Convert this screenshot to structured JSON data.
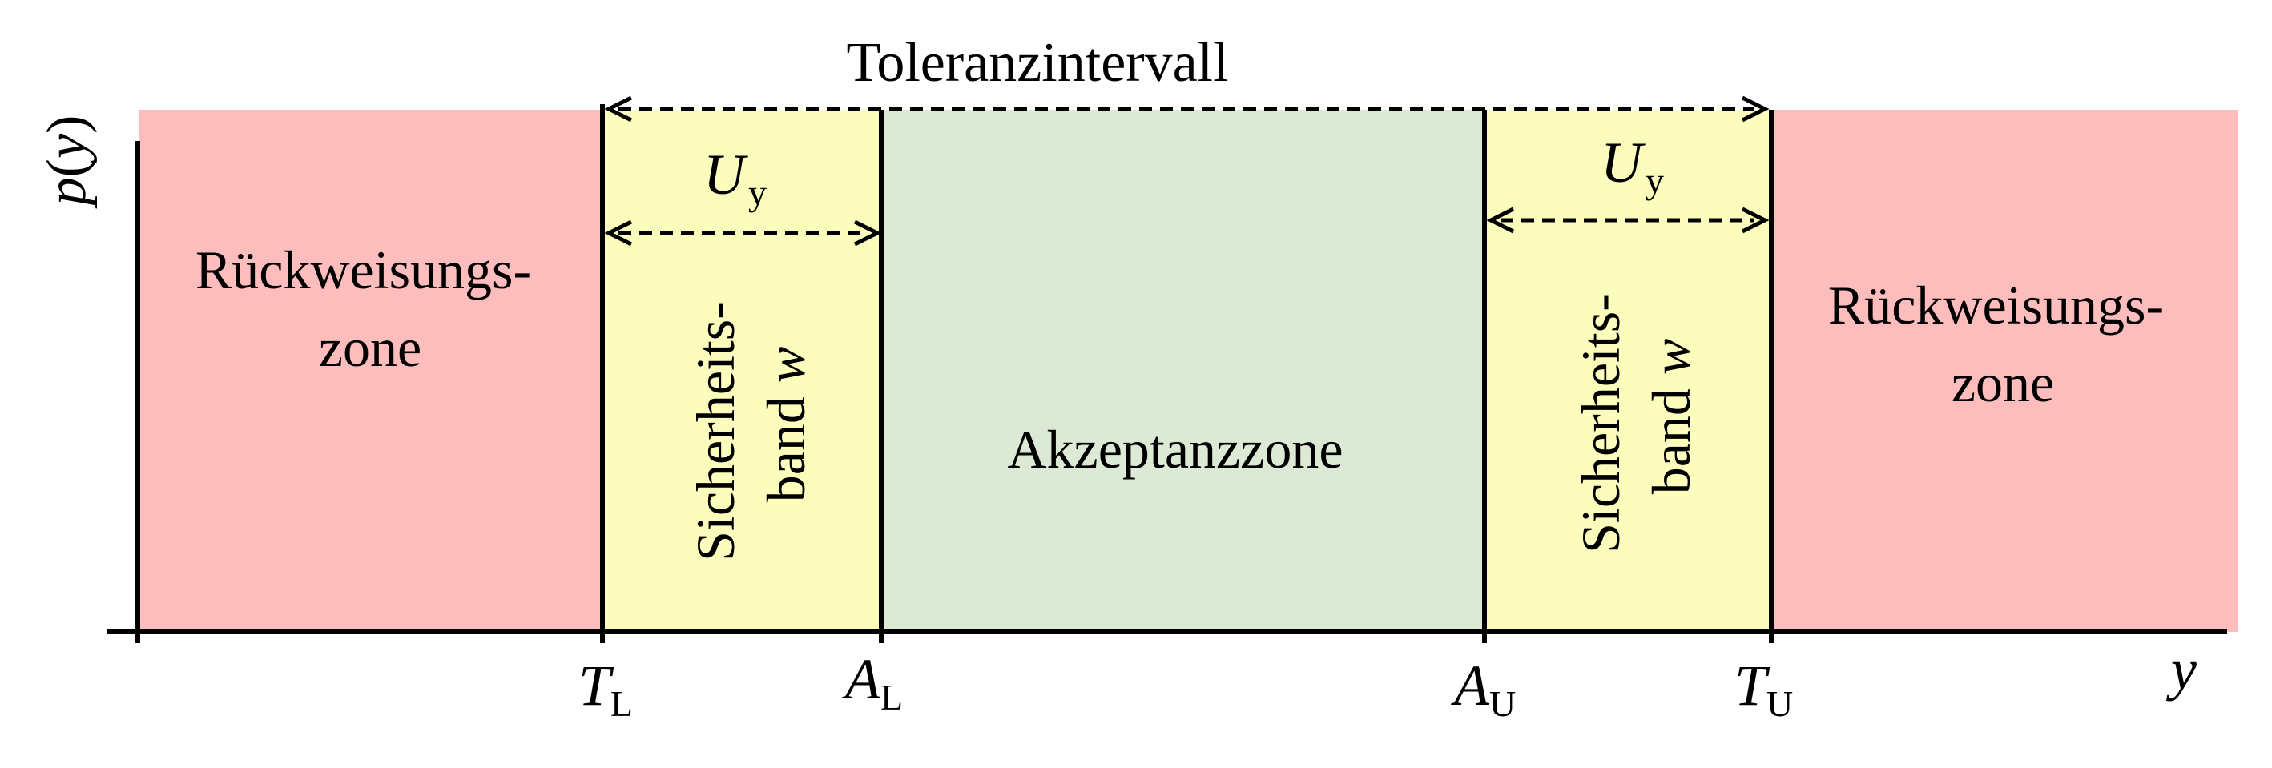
{
  "title": "Toleranzintervall",
  "y_axis_label": {
    "main": "p(",
    "var": "y",
    "close": ")"
  },
  "x_axis_label": "y",
  "zones": {
    "left_reject": {
      "line1": "Rückweisungs-",
      "line2": "zone",
      "color": "#fdbdbd"
    },
    "right_reject": {
      "line1": "Rückweisungs-",
      "line2": "zone",
      "color": "#fdbdbd"
    },
    "left_guard": {
      "line1": "Sicherheits-",
      "line2": "band ",
      "var": "w",
      "color": "#fcfcbd"
    },
    "right_guard": {
      "line1": "Sicherheits-",
      "line2": "band ",
      "var": "w",
      "color": "#fcfcbd"
    },
    "accept": {
      "label": "Akzeptanzzone",
      "color": "#dce9d5"
    }
  },
  "uncertainty": {
    "main": "U",
    "sub": "y"
  },
  "ticks": [
    {
      "main": "T",
      "sub": "L"
    },
    {
      "main": "A",
      "sub": "L"
    },
    {
      "main": "A",
      "sub": "U"
    },
    {
      "main": "T",
      "sub": "U"
    }
  ]
}
